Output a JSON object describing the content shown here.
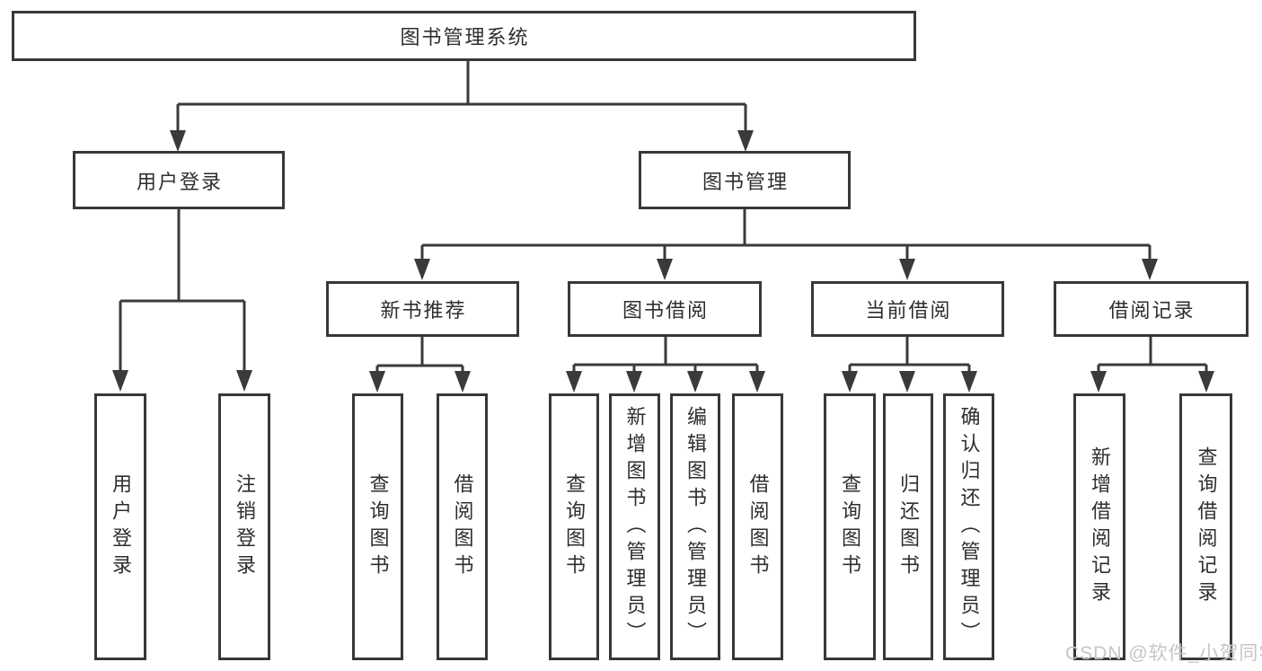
{
  "diagram_title": "图书管理系统",
  "nodes": {
    "root": {
      "label": "图书管理系统"
    },
    "user_login": {
      "label": "用户登录"
    },
    "book_management": {
      "label": "图书管理"
    },
    "new_book_recommend": {
      "label": "新书推荐"
    },
    "book_borrowing": {
      "label": "图书借阅"
    },
    "current_borrowing": {
      "label": "当前借阅"
    },
    "borrowing_records": {
      "label": "借阅记录"
    },
    "user_login_leaf": {
      "label": "用户登录"
    },
    "logout": {
      "label": "注销登录"
    },
    "query_books_rec": {
      "label": "查询图书"
    },
    "borrow_books_rec": {
      "label": "借阅图书"
    },
    "query_books_bor": {
      "label": "查询图书"
    },
    "add_books_admin": {
      "label": "新增图书（管理员）"
    },
    "edit_books_admin": {
      "label": "编辑图书（管理员）"
    },
    "borrow_books_bor": {
      "label": "借阅图书"
    },
    "query_books_cur": {
      "label": "查询图书"
    },
    "return_books": {
      "label": "归还图书"
    },
    "confirm_return_admin": {
      "label": "确认归还（管理员）"
    },
    "add_borrow_record": {
      "label": "新增借阅记录"
    },
    "query_borrow_record": {
      "label": "查询借阅记录"
    }
  },
  "hierarchy": {
    "图书管理系统": {
      "用户登录": [
        "用户登录",
        "注销登录"
      ],
      "图书管理": {
        "新书推荐": [
          "查询图书",
          "借阅图书"
        ],
        "图书借阅": [
          "查询图书",
          "新增图书（管理员）",
          "编辑图书（管理员）",
          "借阅图书"
        ],
        "当前借阅": [
          "查询图书",
          "归还图书",
          "确认归还（管理员）"
        ],
        "借阅记录": [
          "新增借阅记录",
          "查询借阅记录"
        ]
      }
    }
  },
  "watermark": "CSDN @软件_小贺同学",
  "colors": {
    "background": "#ffffff",
    "box_border": "#383838",
    "line": "#3a3a3a",
    "text": "#2e2e2e",
    "watermark": "#c6c6c6"
  }
}
